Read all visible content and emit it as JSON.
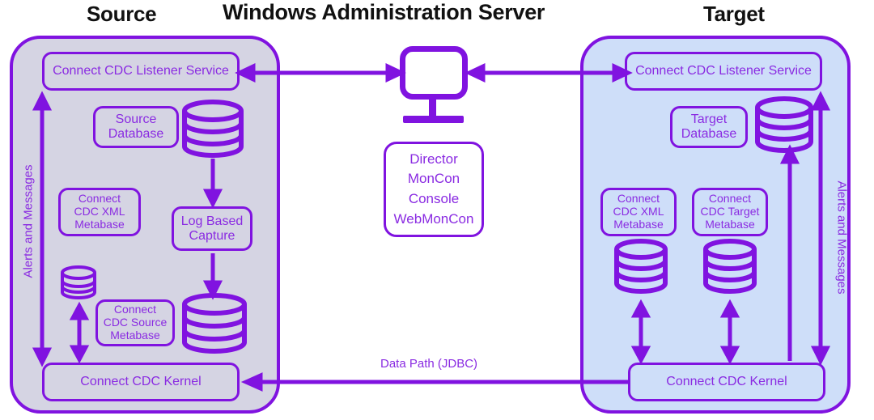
{
  "titles": {
    "source": "Source",
    "center": "Windows Administration Server",
    "target": "Target"
  },
  "colors": {
    "stroke": "#8013e0",
    "text": "#8a2be2",
    "source_panel_fill": "#d5d4e3",
    "target_panel_fill": "#cedef9",
    "title_text": "#111111",
    "background": "#ffffff"
  },
  "source_panel": {
    "listener_service": "Connect CDC Listener Service",
    "database_box": "Source\nDatabase",
    "xml_metabase": "Connect\nCDC XML\nMetabase",
    "log_based_capture": "Log Based\nCapture",
    "source_metabase": "Connect\nCDC Source\nMetabase",
    "kernel": "Connect CDC Kernel",
    "alerts_label": "Alerts and Messages",
    "icons": {
      "source_database_cylinder": "database-cylinder-icon",
      "source_metabase_small_cylinder": "database-cylinder-small-icon",
      "capture_store_cylinder": "database-cylinder-icon"
    }
  },
  "center_panel": {
    "monitor_icon": "monitor-icon",
    "tools_box": "Director\nMonCon\nConsole\nWebMonCon",
    "tools": [
      "Director",
      "MonCon",
      "Console",
      "WebMonCon"
    ]
  },
  "target_panel": {
    "listener_service": "Connect CDC Listener Service",
    "database_box": "Target\nDatabase",
    "xml_metabase": "Connect\nCDC XML\nMetabase",
    "target_metabase": "Connect\nCDC Target\nMetabase",
    "kernel": "Connect CDC Kernel",
    "alerts_label": "Alerts and Messages",
    "icons": {
      "target_database_cylinder": "database-cylinder-icon",
      "xml_metabase_cylinder": "database-cylinder-icon",
      "target_metabase_cylinder": "database-cylinder-icon"
    }
  },
  "connections": {
    "data_path_label": "Data Path (JDBC)",
    "source_to_admin": "bidirectional-arrow",
    "admin_to_target": "bidirectional-arrow",
    "target_kernel_to_source_kernel": "left-arrow"
  }
}
